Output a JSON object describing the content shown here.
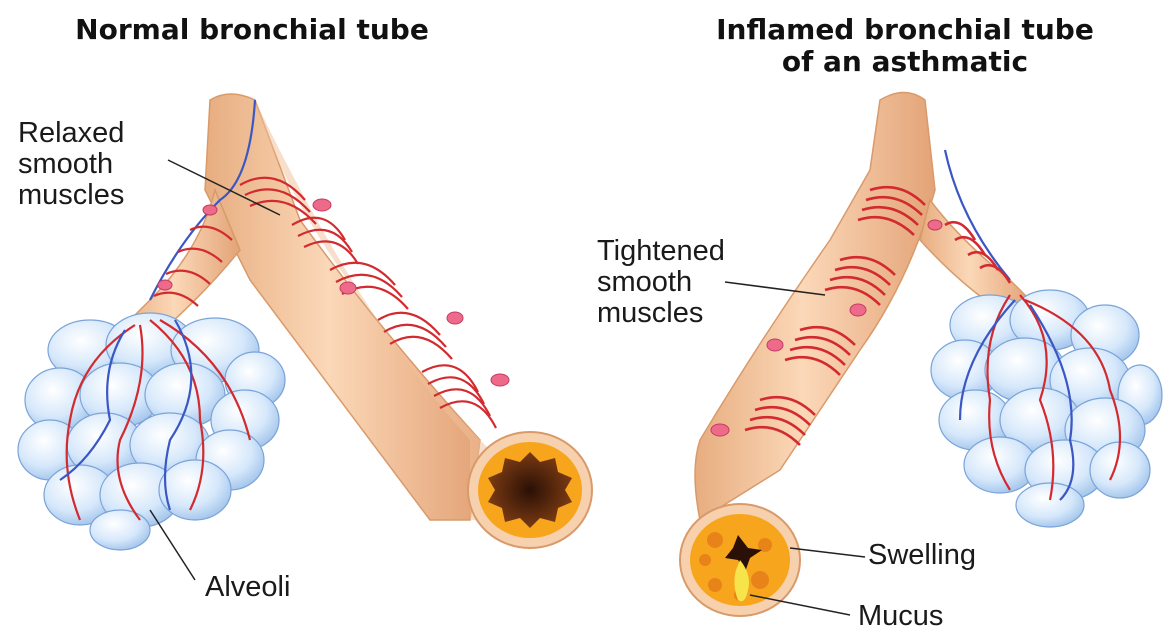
{
  "titles": {
    "normal": "Normal bronchial tube",
    "inflamed_line1": "Inflamed bronchial tube",
    "inflamed_line2": "of an asthmatic"
  },
  "labels": {
    "relaxed": [
      "Relaxed",
      "smooth",
      "muscles"
    ],
    "tightened": [
      "Tightened",
      "smooth",
      "muscles"
    ],
    "alveoli": "Alveoli",
    "swelling": "Swelling",
    "mucus": "Mucus"
  },
  "colors": {
    "tube": "#f6c9a3",
    "tube_shade": "#e4a878",
    "muscle": "#d22a2f",
    "vein": "#3a57c4",
    "alveoli": "#cfe4fb",
    "alveoli_edge": "#7aa3d8",
    "swelling": "#f7a51c",
    "mucus": "#f6e44a",
    "lumen": "#5a2a10"
  }
}
